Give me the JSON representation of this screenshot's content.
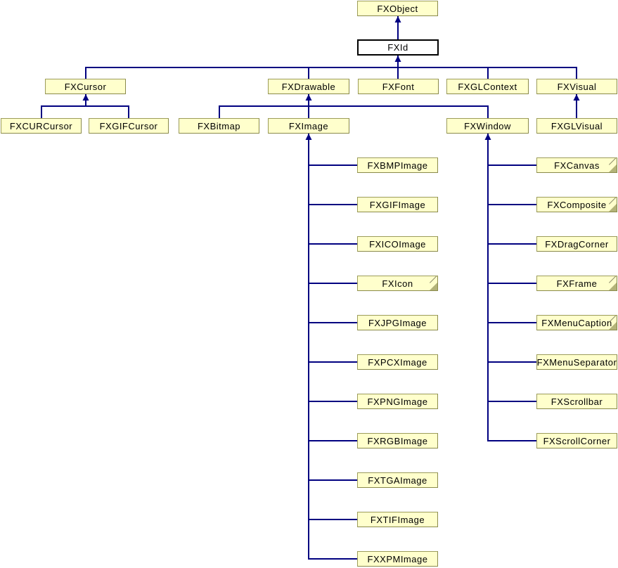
{
  "diagram": {
    "type": "class-inheritance-diagram",
    "colors": {
      "node_fill": "#FFFFCC",
      "node_border": "#9C9C5A",
      "current_node_fill": "#FFFFFF",
      "current_node_border": "#000000",
      "edge_line": "#000080",
      "background": "#FFFFFF"
    },
    "nodes": [
      {
        "label": "FXObject"
      },
      {
        "label": "FXId",
        "highlighted": true
      },
      {
        "label": "FXCursor"
      },
      {
        "label": "FXDrawable"
      },
      {
        "label": "FXFont"
      },
      {
        "label": "FXGLContext"
      },
      {
        "label": "FXVisual"
      },
      {
        "label": "FXCURCursor"
      },
      {
        "label": "FXGIFCursor"
      },
      {
        "label": "FXBitmap"
      },
      {
        "label": "FXImage"
      },
      {
        "label": "FXWindow"
      },
      {
        "label": "FXGLVisual"
      },
      {
        "label": "FXBMPImage"
      },
      {
        "label": "FXGIFImage"
      },
      {
        "label": "FXICOImage"
      },
      {
        "label": "FXIcon",
        "has_more_children": true
      },
      {
        "label": "FXJPGImage"
      },
      {
        "label": "FXPCXImage"
      },
      {
        "label": "FXPNGImage"
      },
      {
        "label": "FXRGBImage"
      },
      {
        "label": "FXTGAImage"
      },
      {
        "label": "FXTIFImage"
      },
      {
        "label": "FXXPMImage"
      },
      {
        "label": "FXCanvas",
        "has_more_children": true
      },
      {
        "label": "FXComposite",
        "has_more_children": true
      },
      {
        "label": "FXDragCorner"
      },
      {
        "label": "FXFrame",
        "has_more_children": true
      },
      {
        "label": "FXMenuCaption",
        "has_more_children": true
      },
      {
        "label": "FXMenuSeparator"
      },
      {
        "label": "FXScrollbar"
      },
      {
        "label": "FXScrollCorner"
      }
    ],
    "edges": [
      {
        "from": "FXId",
        "to": "FXObject"
      },
      {
        "from": "FXCursor",
        "to": "FXId"
      },
      {
        "from": "FXDrawable",
        "to": "FXId"
      },
      {
        "from": "FXFont",
        "to": "FXId"
      },
      {
        "from": "FXGLContext",
        "to": "FXId"
      },
      {
        "from": "FXVisual",
        "to": "FXId"
      },
      {
        "from": "FXCURCursor",
        "to": "FXCursor"
      },
      {
        "from": "FXGIFCursor",
        "to": "FXCursor"
      },
      {
        "from": "FXBitmap",
        "to": "FXDrawable"
      },
      {
        "from": "FXImage",
        "to": "FXDrawable"
      },
      {
        "from": "FXWindow",
        "to": "FXDrawable"
      },
      {
        "from": "FXGLVisual",
        "to": "FXVisual"
      },
      {
        "from": "FXBMPImage",
        "to": "FXImage"
      },
      {
        "from": "FXGIFImage",
        "to": "FXImage"
      },
      {
        "from": "FXICOImage",
        "to": "FXImage"
      },
      {
        "from": "FXIcon",
        "to": "FXImage"
      },
      {
        "from": "FXJPGImage",
        "to": "FXImage"
      },
      {
        "from": "FXPCXImage",
        "to": "FXImage"
      },
      {
        "from": "FXPNGImage",
        "to": "FXImage"
      },
      {
        "from": "FXRGBImage",
        "to": "FXImage"
      },
      {
        "from": "FXTGAImage",
        "to": "FXImage"
      },
      {
        "from": "FXTIFImage",
        "to": "FXImage"
      },
      {
        "from": "FXXPMImage",
        "to": "FXImage"
      },
      {
        "from": "FXCanvas",
        "to": "FXWindow"
      },
      {
        "from": "FXComposite",
        "to": "FXWindow"
      },
      {
        "from": "FXDragCorner",
        "to": "FXWindow"
      },
      {
        "from": "FXFrame",
        "to": "FXWindow"
      },
      {
        "from": "FXMenuCaption",
        "to": "FXWindow"
      },
      {
        "from": "FXMenuSeparator",
        "to": "FXWindow"
      },
      {
        "from": "FXScrollbar",
        "to": "FXWindow"
      },
      {
        "from": "FXScrollCorner",
        "to": "FXWindow"
      }
    ]
  }
}
